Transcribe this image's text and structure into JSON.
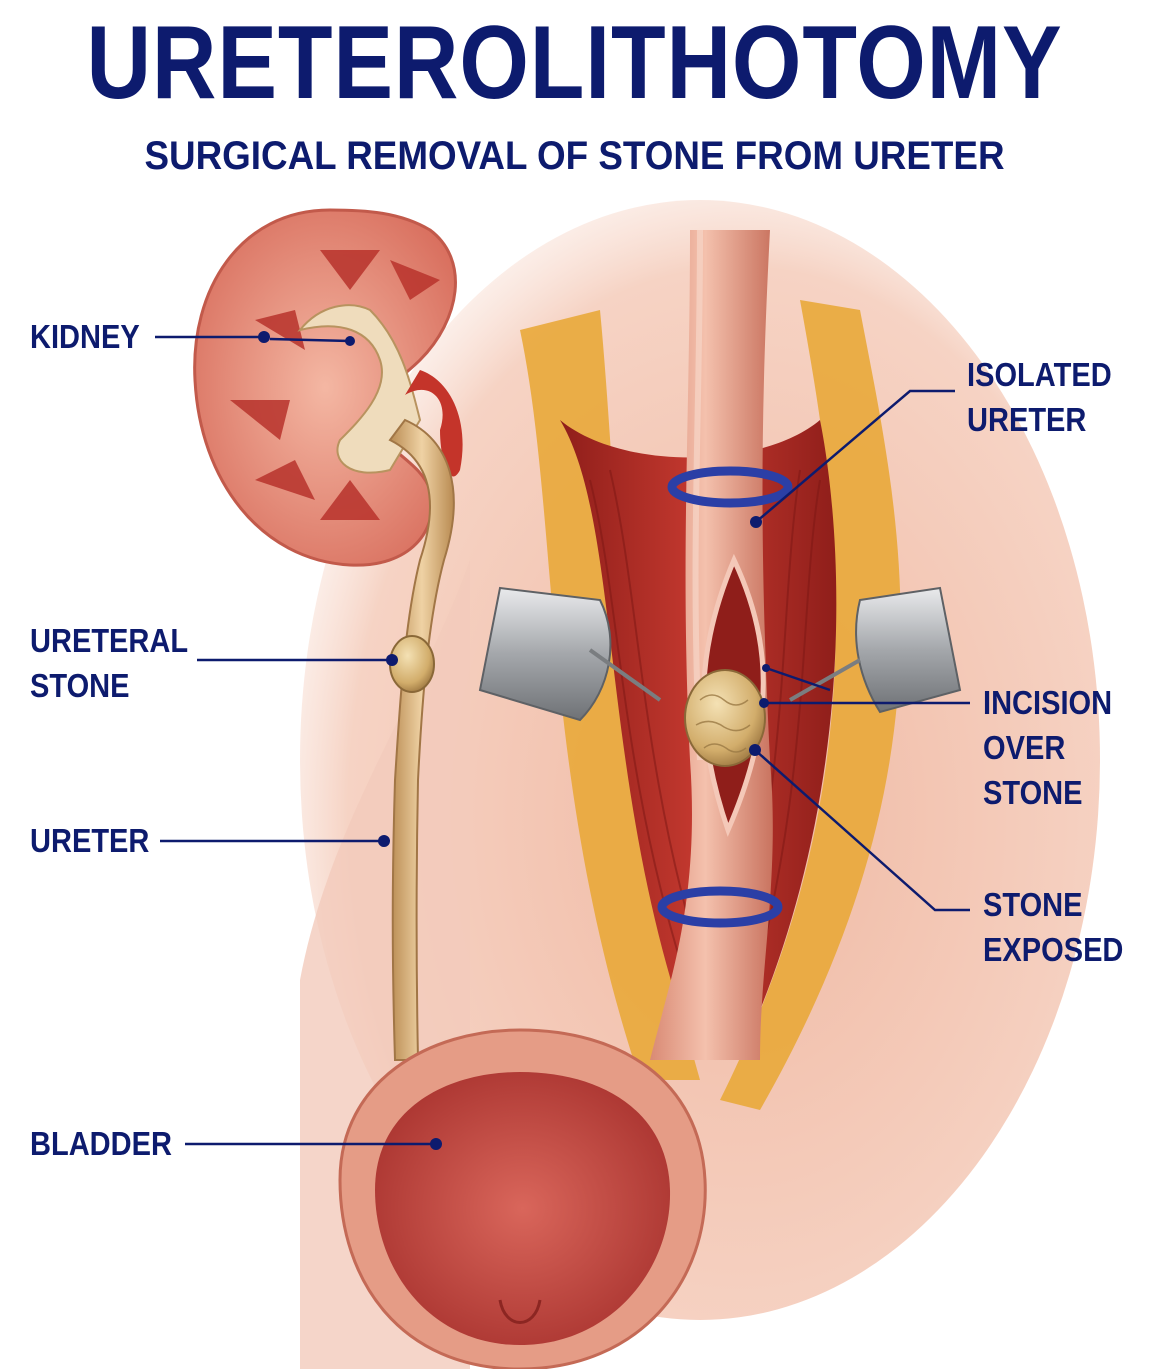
{
  "header": {
    "title": "URETEROLITHOTOMY",
    "subtitle": "SURGICAL REMOVAL OF STONE FROM URETER"
  },
  "labels": {
    "kidney": [
      "KIDNEY"
    ],
    "ureteral_stone": [
      "URETERAL",
      "STONE"
    ],
    "ureter": [
      "URETER"
    ],
    "bladder": [
      "BLADDER"
    ],
    "isolated_ureter": [
      "ISOLATED",
      "URETER"
    ],
    "incision_over_stone": [
      "INCISION",
      "OVER",
      "STONE"
    ],
    "stone_exposed": [
      "STONE",
      "EXPOSED"
    ]
  },
  "colors": {
    "label_navy": "#0d1b6e",
    "tissue_pink": "#e9a08a",
    "muscle_red": "#b8332c",
    "fat_yellow": "#e9a93a",
    "ureter_tan": "#d9b07a",
    "stone": "#d8b673",
    "vessel_loop_blue": "#2b3fa6",
    "retractor_steel": "#a9abae"
  }
}
